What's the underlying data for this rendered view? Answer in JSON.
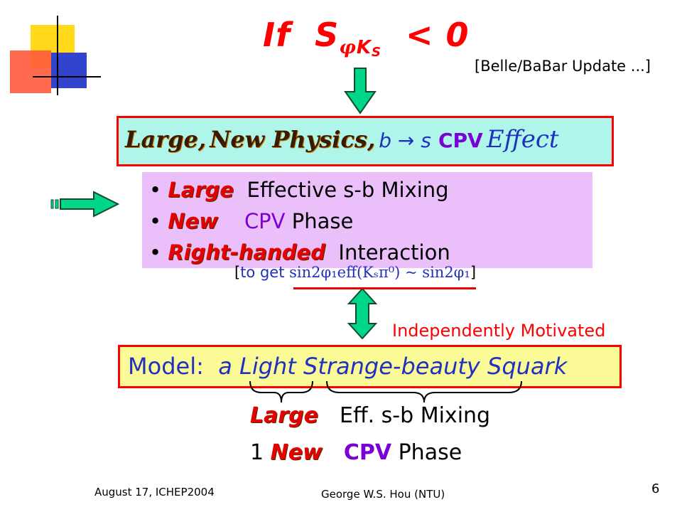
{
  "title": {
    "prefix": "If",
    "S": "S",
    "phi": "φ",
    "K": "K",
    "s": "S",
    "suffix": "< 0"
  },
  "update_note": "[Belle/BaBar Update ...]",
  "new_physics": {
    "large": "Large,",
    "new_physics": "New Physics,",
    "b_to_s": "b → s",
    "cpv": "CPV",
    "effect": "Effect"
  },
  "bullets": [
    {
      "keyword": "Large",
      "text": "Effective s-b Mixing"
    },
    {
      "keyword": "New",
      "cpv": "CPV",
      "text": "Phase"
    },
    {
      "keyword": "Right-handed",
      "text": "Interaction"
    }
  ],
  "get_line": {
    "open": "[",
    "prefix": "to get",
    "formula": "sin2φ₁eff(Kₛπ⁰) ~ sin2φ₁",
    "close": "]"
  },
  "independently": "Independently Motivated",
  "model": {
    "label": "Model:",
    "text": "a Light Strange-beauty Squark"
  },
  "bottom": {
    "large": "Large",
    "large_rest": "Eff. s-b Mixing",
    "count": "1",
    "new": "New",
    "cpv": "CPV",
    "phase": "Phase"
  },
  "footer": {
    "left": "August 17, ICHEP2004",
    "center": "George W.S. Hou (NTU)",
    "page": "6"
  },
  "colors": {
    "red": "#ff0000",
    "purple": "#7b00d6",
    "blue": "#2030c0",
    "cyan_box": "#aff5ea",
    "pink_box": "#ebc0fa",
    "yellow_box": "#fafa96",
    "arrow_green": "#00d68a"
  }
}
